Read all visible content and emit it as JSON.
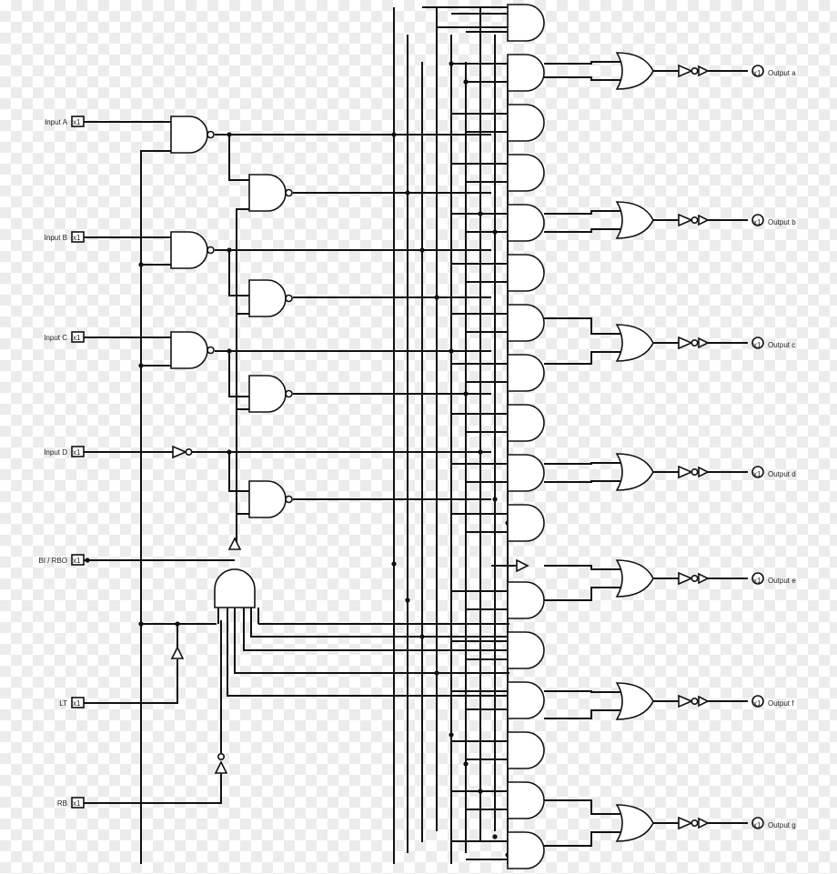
{
  "inputs": [
    {
      "label": "Input A",
      "pin": "x1"
    },
    {
      "label": "Input B",
      "pin": "x1"
    },
    {
      "label": "Input C",
      "pin": "x1"
    },
    {
      "label": "Input D",
      "pin": "x1"
    },
    {
      "label": "BI / RBO",
      "pin": "x1"
    },
    {
      "label": "LT",
      "pin": "x1"
    },
    {
      "label": "RB",
      "pin": "x1"
    }
  ],
  "outputs": [
    {
      "label": "Output a",
      "pin": "x1"
    },
    {
      "label": "Output b",
      "pin": "x1"
    },
    {
      "label": "Output c",
      "pin": "x1"
    },
    {
      "label": "Output d",
      "pin": "x1"
    },
    {
      "label": "Output e",
      "pin": "x1"
    },
    {
      "label": "Output f",
      "pin": "x1"
    },
    {
      "label": "Output g",
      "pin": "x1"
    }
  ]
}
